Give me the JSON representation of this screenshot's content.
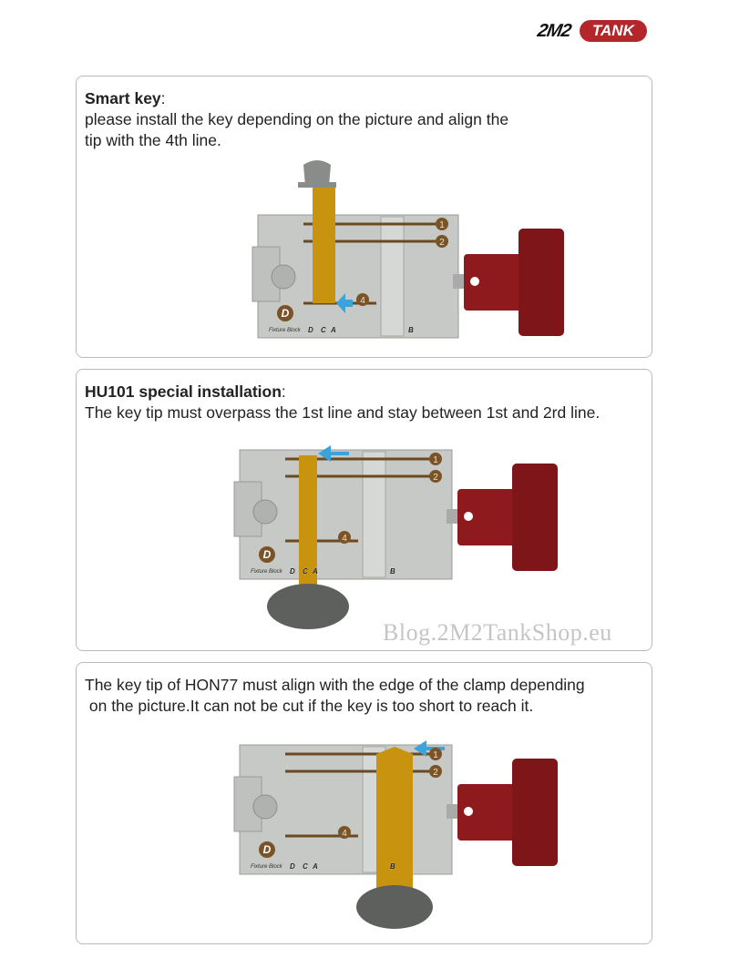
{
  "logo": {
    "brand": "2M2",
    "tank": "TANK"
  },
  "watermark": "Blog.2M2TankShop.eu",
  "panels": [
    {
      "title": "Smart key",
      "line1": "please install the key depending on the picture and align the",
      "line2": "tip with the 4th line."
    },
    {
      "title": "HU101 special installation",
      "line1": "The key tip must overpass the 1st line and stay between 1st and 2rd line."
    },
    {
      "line1": "The key tip of HON77 must align with the edge of the clamp depending",
      "line2": " on the picture.It can not be cut if the key is too short to reach it."
    }
  ],
  "fixture": {
    "block_letter": "D",
    "block_label": "Fixture Block",
    "letters": [
      "D",
      "C",
      "A",
      "B"
    ],
    "markers": [
      "1",
      "2",
      "4"
    ]
  },
  "colors": {
    "key": "#c8930e",
    "arrow": "#3ba3dc",
    "knob": "#8e1a1e",
    "block": "#c7c9c6",
    "line": "#6b4a22"
  }
}
